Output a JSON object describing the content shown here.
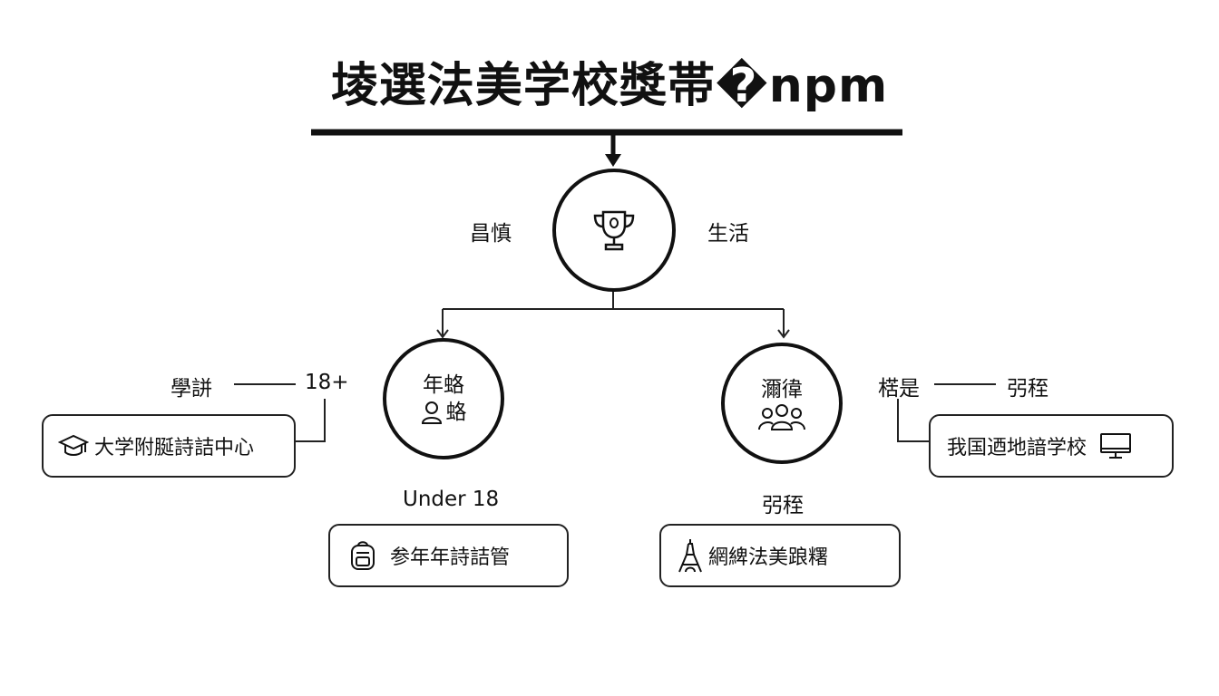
{
  "title": "堎選法美学校獎帯�npm",
  "center": {
    "icon": "trophy-icon",
    "left_label": "昌慎",
    "right_label": "生活"
  },
  "left_branch": {
    "node_title": "年蛒",
    "node_subtitle": "蛒",
    "node_icon": "person-icon",
    "side_label": "學誁",
    "side_value": "18+",
    "side_box": {
      "icon": "graduation-cap-icon",
      "text": "大学附脠詩詰中心"
    },
    "bottom_label": "Under 18",
    "bottom_box": {
      "icon": "backpack-icon",
      "text": "参年年詩詰管"
    }
  },
  "right_branch": {
    "node_title": "濔徫",
    "node_icon": "group-icon",
    "side_label": "楛是",
    "side_value": "弜秷",
    "side_box": {
      "icon": "monitor-icon",
      "text": "我国迺地諳学校"
    },
    "bottom_label": "弜秷",
    "bottom_box": {
      "icon": "eiffel-tower-icon",
      "text": "網綼法美踉糬"
    }
  }
}
